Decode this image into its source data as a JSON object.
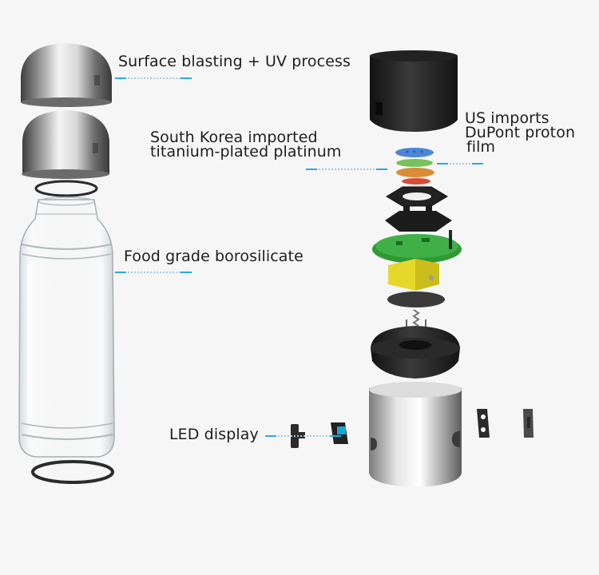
{
  "labels": {
    "surface": "Surface blasting + UV process",
    "korea_line1": "South Korea imported",
    "korea_line2": "titanium-plated platinum",
    "us_line1": "US imports",
    "us_line2": "DuPont proton",
    "us_line3": "film",
    "borosilicate": "Food grade borosilicate",
    "led": "LED display"
  },
  "colors": {
    "accent": "#28a9e7",
    "background": "#f6f6f6",
    "text": "#1e1e1e",
    "film_blue": "#4d85d6",
    "film_green": "#77c25a",
    "film_orange": "#d98b36",
    "film_red": "#d94c3c",
    "board_green": "#2f9a34",
    "block_yellow": "#e6d72b"
  }
}
